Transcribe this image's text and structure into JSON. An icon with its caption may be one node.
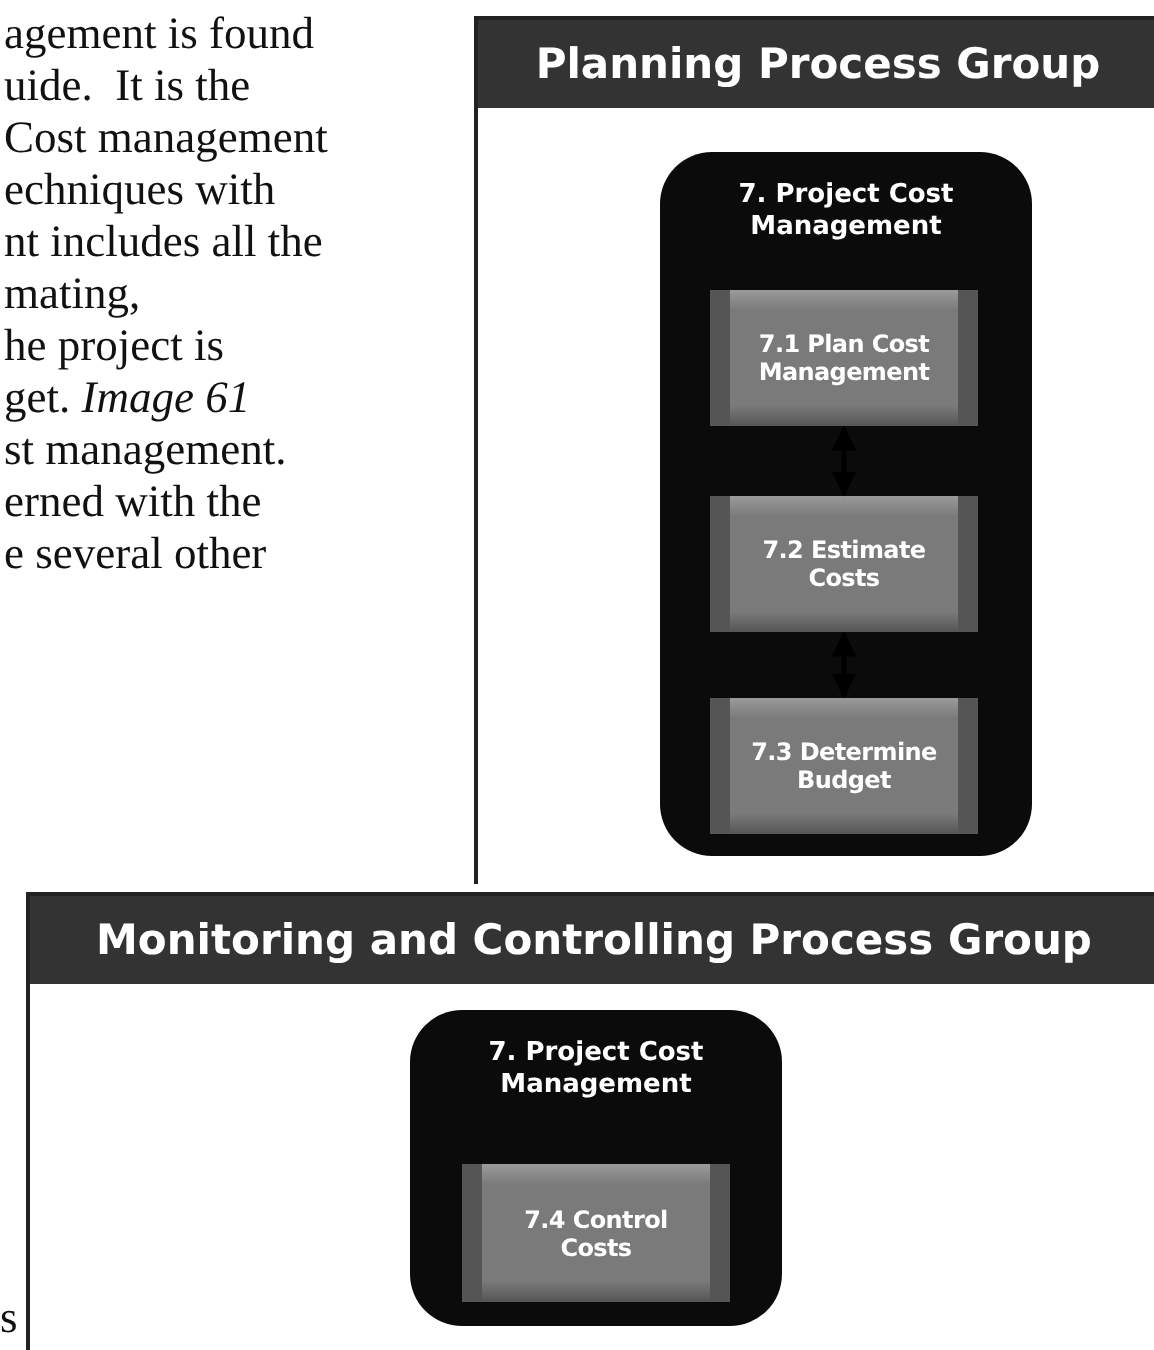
{
  "diagram": {
    "nodes": [
      {
        "text": [
          "Planning Process Group"
        ]
      },
      {
        "text": [
          "7. Project Cost Management"
        ],
        "in": 0
      },
      {
        "text": [
          "7.1 Plan Cost Management"
        ],
        "in": 1
      },
      {
        "text": [
          "7.2 Estimate Costs"
        ],
        "in": 1
      },
      {
        "text": [
          "7.3 Determine Budget"
        ],
        "in": 1
      },
      {
        "text": [
          "Monitoring and Controlling Process Group"
        ]
      },
      {
        "text": [
          "7. Project Cost Management"
        ],
        "in": 5
      },
      {
        "text": [
          "7.4 Control Costs"
        ],
        "in": 6
      }
    ],
    "edges": [
      {
        "from": 2,
        "to": 3,
        "arrow": "both"
      },
      {
        "from": 3,
        "to": 4,
        "arrow": "both"
      }
    ],
    "labels": [
      "agement is found",
      "uide.  It is the",
      "Cost management",
      "echniques with",
      "nt includes all the",
      "mating,",
      "he project is",
      "get. *Image 61*",
      "st management.",
      "erned with the",
      "e several other",
      "s"
    ]
  }
}
